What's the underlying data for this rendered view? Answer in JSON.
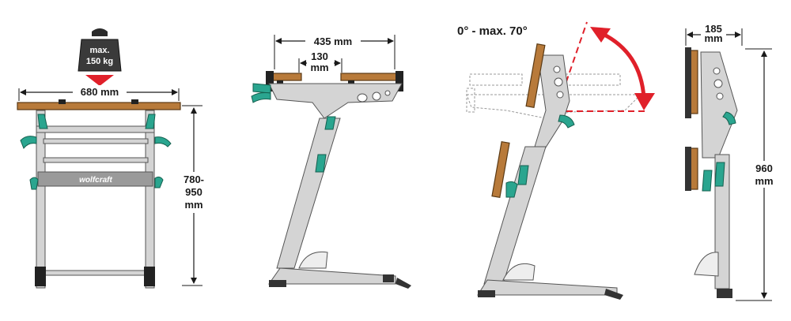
{
  "front_view": {
    "weight_line1": "max.",
    "weight_line2": "150 kg",
    "width": "680 mm",
    "height_line1": "780-",
    "height_line2": "950",
    "height_unit": "mm",
    "brand": "wolfcraft"
  },
  "side_view": {
    "outer_width": "435 mm",
    "inner_width_value": "130",
    "inner_width_unit": "mm"
  },
  "tilt_view": {
    "angle": "0° - max. 70°"
  },
  "folded_view": {
    "depth_value": "185",
    "depth_unit": "mm",
    "height_value": "960",
    "height_unit": "mm"
  },
  "colors": {
    "wood": "#b87a3a",
    "frame": "#c8c8c8",
    "clamp": "#2aa58f",
    "arrow": "#e0202a"
  }
}
